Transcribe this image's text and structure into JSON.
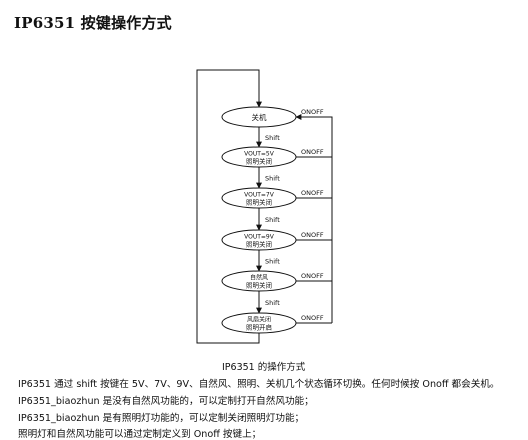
{
  "heading": "IP6351 按键操作方式",
  "diagram": {
    "states": [
      {
        "lines": [
          "关机"
        ]
      },
      {
        "lines": [
          "VOUT=5V",
          "照明关闭"
        ]
      },
      {
        "lines": [
          "VOUT=7V",
          "照明关闭"
        ]
      },
      {
        "lines": [
          "VOUT=9V",
          "照明关闭"
        ]
      },
      {
        "lines": [
          "自然风",
          "照明关闭"
        ]
      },
      {
        "lines": [
          "风扇关闭",
          "照明开启"
        ]
      }
    ],
    "transition_label": "Shift",
    "onoff_label": "ONOFF"
  },
  "caption": "IP6351 的操作方式",
  "paragraphs": [
    "IP6351 通过 shift 按键在 5V、7V、9V、自然风、照明、关机几个状态循环切换。任何时候按 Onoff 都会关机。",
    "IP6351_biaozhun 是没有自然风功能的，可以定制打开自然风功能；",
    "IP6351_biaozhun 是有照明灯功能的，可以定制关闭照明灯功能；",
    "照明灯和自然风功能可以通过定制定义到 Onoff 按键上；"
  ]
}
